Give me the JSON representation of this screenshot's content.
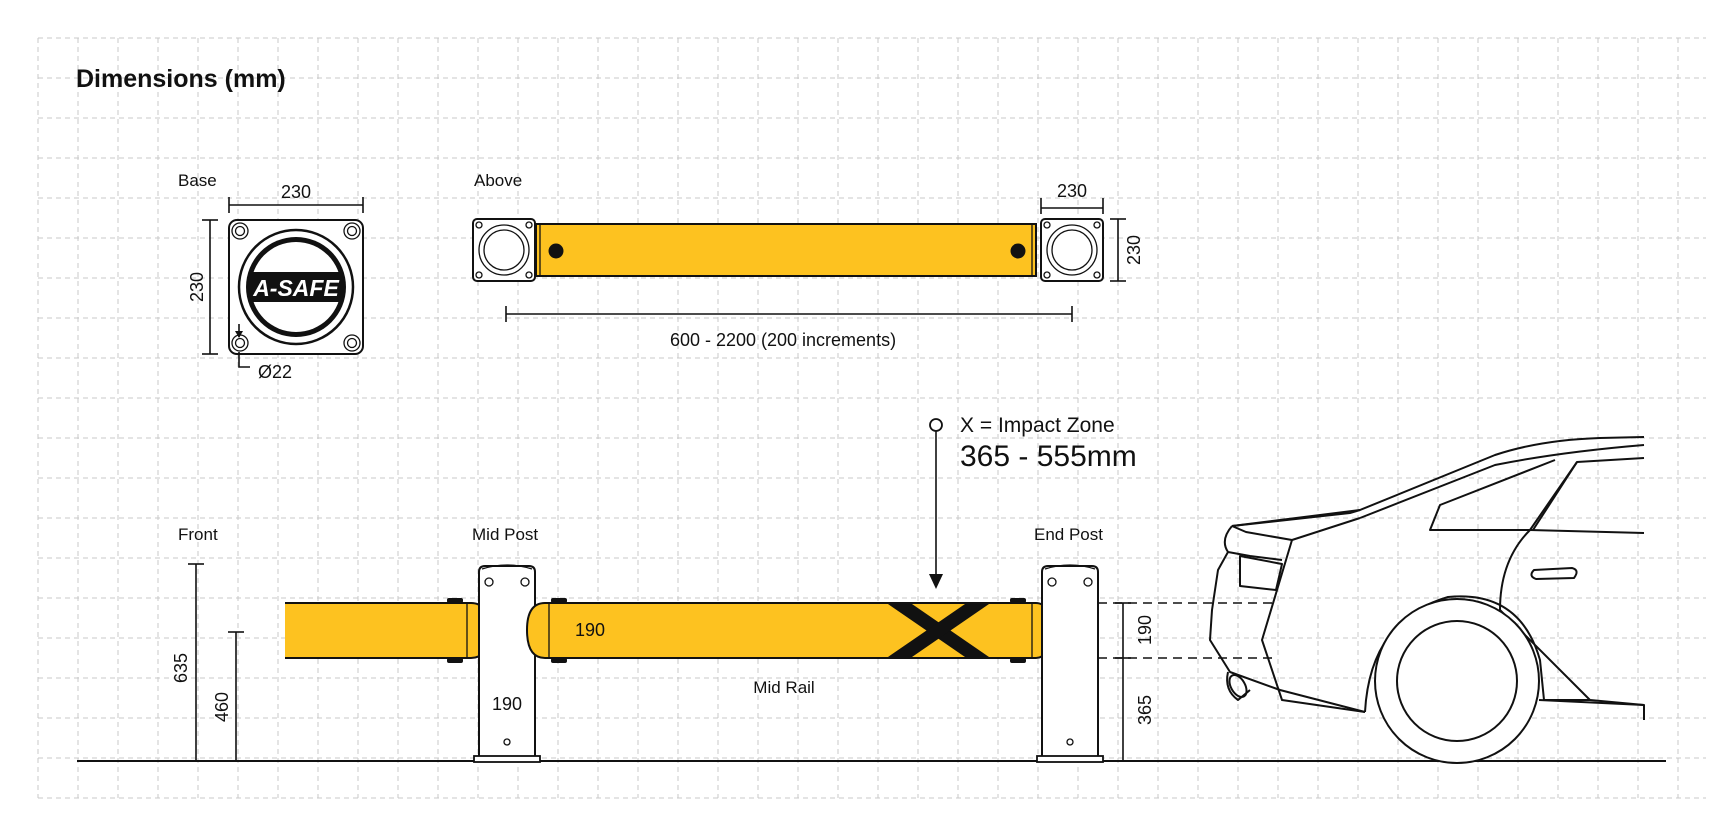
{
  "title": "Dimensions (mm)",
  "views": {
    "base": "Base",
    "above": "Above",
    "front": "Front"
  },
  "labels": {
    "mid_post": "Mid Post",
    "end_post": "End Post",
    "mid_rail": "Mid Rail",
    "impact_zone": "X = Impact Zone",
    "impact_range": "365 - 555mm",
    "logo": "A-SAFE"
  },
  "dimensions": {
    "base_width": "230",
    "base_height": "230",
    "hole_diameter": "Ø22",
    "above_post_width": "230",
    "above_post_height": "230",
    "rail_length": "600 - 2200 (200 increments)",
    "front_post_height": "635",
    "front_rail_height": "460",
    "rail_height": "190",
    "mid_post_width": "190",
    "end_rail_height": "190",
    "end_base_height": "365"
  },
  "colors": {
    "accent": "#FDC220",
    "line": "#111111",
    "grid": "#c9c9c9"
  }
}
